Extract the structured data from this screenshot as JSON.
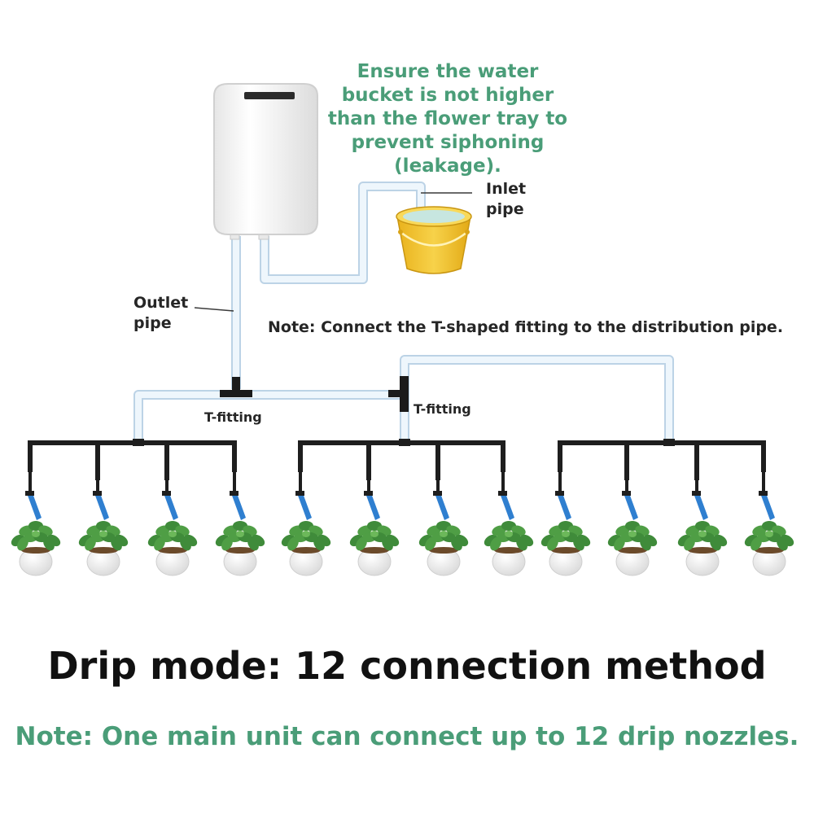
{
  "labels": {
    "warning_lines": [
      "Ensure the water",
      "bucket is not higher",
      "than the flower tray to",
      "prevent siphoning",
      "(leakage)."
    ],
    "inlet_pipe": [
      "Inlet",
      "pipe"
    ],
    "outlet_pipe": [
      "Outlet",
      "pipe"
    ],
    "t_note": "Note: Connect the T-shaped fitting to the distribution pipe.",
    "t_fitting_1": "T-fitting",
    "t_fitting_2": "T-fitting",
    "title": "Drip mode: 12 connection method",
    "bottom_note": "Note: One main unit can connect up to 12 drip nozzles."
  },
  "diagram": {
    "plant_count": 12,
    "group_count": 3,
    "plants_per_group": 4
  },
  "colors": {
    "note_green": "#4a9d78",
    "tube": "#e9f3fb",
    "tube_outline": "#bcd3e6",
    "distribution_pipe": "#1e1e1e",
    "nozzle_blue": "#2f7fd0",
    "bucket_yellow": "#f3c52a",
    "leaf_green": "#3f8b3a",
    "pot_white": "#f2f2f2"
  },
  "icons": {
    "water_unit": "water-tank-icon",
    "bucket": "bucket-icon",
    "nozzle": "drip-nozzle-icon",
    "plant": "potted-plant-icon"
  }
}
